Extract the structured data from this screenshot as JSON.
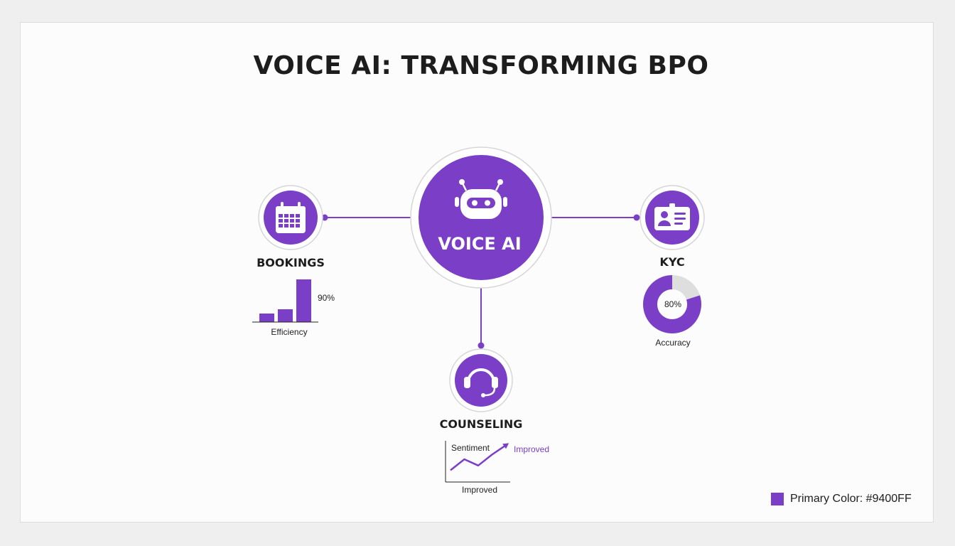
{
  "title": "VOICE AI: TRANSFORMING BPO",
  "accent_color": "#7A3FC6",
  "hub": {
    "label": "VOICE AI",
    "icon": "robot-icon"
  },
  "nodes": [
    {
      "id": "bookings",
      "label": "BOOKINGS",
      "icon": "calendar-icon",
      "metric": {
        "type": "bar",
        "value_label": "90%",
        "caption": "Efficiency",
        "bar_values": [
          0.2,
          0.3,
          1.0
        ]
      }
    },
    {
      "id": "kyc",
      "label": "KYC",
      "icon": "id-card-icon",
      "metric": {
        "type": "donut",
        "value": 80,
        "value_label": "80%",
        "caption": "Accuracy"
      }
    },
    {
      "id": "counseling",
      "label": "COUNSELING",
      "icon": "headset-icon",
      "metric": {
        "type": "line",
        "axis_label": "Sentiment",
        "trend_label": "Improved",
        "caption": "Improved",
        "line_values": [
          0.15,
          0.5,
          0.3,
          0.65,
          0.95
        ]
      }
    }
  ],
  "legend": {
    "label": "Primary Color: #9400FF"
  }
}
